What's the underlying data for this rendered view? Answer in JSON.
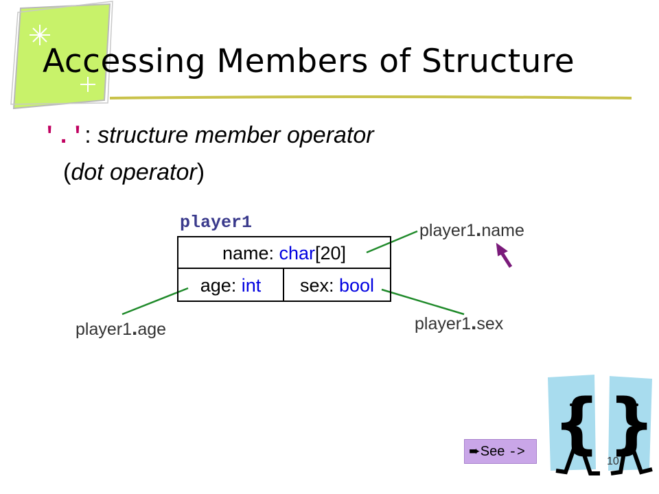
{
  "slide": {
    "title": "Accessing Members of Structure",
    "bullet": {
      "operator": "'.'",
      "separator": ": ",
      "text": "structure member operator",
      "paren_open": "(",
      "paren_text": "dot operator",
      "paren_close": ")"
    },
    "diagram": {
      "variable": "player1",
      "rows": {
        "name_field": "name: ",
        "name_type": "char",
        "name_size": "[20]",
        "age_field": "age: ",
        "age_type": "int",
        "sex_field": "sex: ",
        "sex_type": "bool"
      },
      "labels": {
        "name": {
          "obj": "player1",
          "dot": ".",
          "member": "name"
        },
        "age": {
          "obj": "player1",
          "dot": ".",
          "member": "age"
        },
        "sex": {
          "obj": "player1",
          "dot": ".",
          "member": "sex"
        }
      }
    },
    "see_button": {
      "icon": "➨",
      "label": "See ",
      "arrow": "->"
    },
    "page_number": "10"
  },
  "colors": {
    "accent_green": "#c8f26a",
    "underline": "#c9c24a",
    "operator": "#c00060",
    "type": "#0000e0",
    "variable": "#3a3a8c",
    "connector": "#1f8a2a",
    "cursor_arrow": "#7a1a7a",
    "see_button": "#c9a6e8"
  }
}
